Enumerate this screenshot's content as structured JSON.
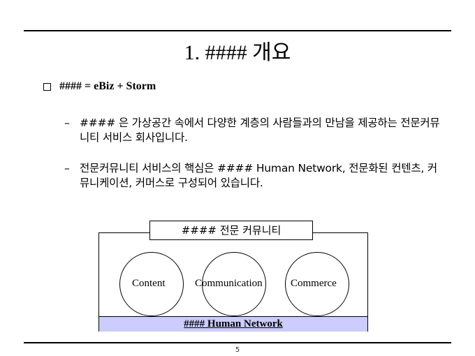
{
  "slide": {
    "title": "1. #### 개요",
    "main_bullet": "#### = eBiz + Storm",
    "sub_bullets": [
      "#### 은 가상공간 속에서 다양한 계층의 사람들과의 만남을 제공하는 전문커뮤니티 서비스 회사입니다.",
      "전문커뮤니티 서비스의 핵심은 #### Human Network, 전문화된 컨텐츠, 커뮤니케이션, 커머스로 구성되어 있습니다."
    ],
    "dash": "–"
  },
  "diagram": {
    "title": "#### 전문 커뮤니티",
    "circles": [
      "Content",
      "Communication",
      "Commerce"
    ],
    "bar_label": "#### Human Network",
    "bar_color": "#ccccff"
  },
  "footer": {
    "page_number": "5"
  }
}
